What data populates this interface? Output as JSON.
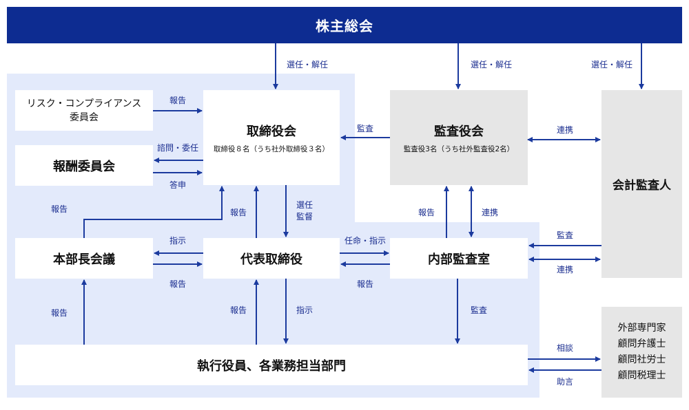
{
  "header": {
    "title": "株主総会"
  },
  "colors": {
    "navy": "#0d2c91",
    "zone": "#e3eafb",
    "gray_box": "#e6e6e6",
    "arrow": "#1b3a9e"
  },
  "nodes": {
    "risk": "リスク・コンプライアンス\n委員会",
    "compensation": "報酬委員会",
    "board": {
      "title": "取締役会",
      "sub": "取締役８名（うち社外取締役３名）"
    },
    "audit_board": {
      "title": "監査役会",
      "sub": "監査役3名（うち社外監査役2名）"
    },
    "accounting_auditor": "会計監査人",
    "hq_meeting": "本部長会議",
    "representative": "代表取締役",
    "internal_audit": "内部監査室",
    "executives": "執行役員、各業務担当部門",
    "external": [
      "外部専門家",
      "顧問弁護士",
      "顧問社労士",
      "顧問税理士"
    ]
  },
  "edges": {
    "select_board": "選任・解任",
    "select_audit": "選任・解任",
    "select_auditor": "選任・解任",
    "risk_report": "報告",
    "comp_consult": "諮問・委任",
    "comp_answer": "答申",
    "audit_board": "監査",
    "coop_audit_auditor": "連携",
    "hq_report_board": "報告",
    "rep_report_board": "報告",
    "board_select_rep": "選任\n監督",
    "internal_report_audit": "報告",
    "internal_coop_audit": "連携",
    "hq_instruct": "指示",
    "hq_report": "報告",
    "rep_appoint_internal": "任命・指示",
    "internal_report_rep": "報告",
    "auditor_audit_internal": "監査",
    "auditor_coop_internal": "連携",
    "exec_report_hq": "報告",
    "exec_report_rep": "報告",
    "rep_instruct_exec": "指示",
    "internal_audit_exec": "監査",
    "exec_consult": "相談",
    "exec_advice": "助言"
  }
}
